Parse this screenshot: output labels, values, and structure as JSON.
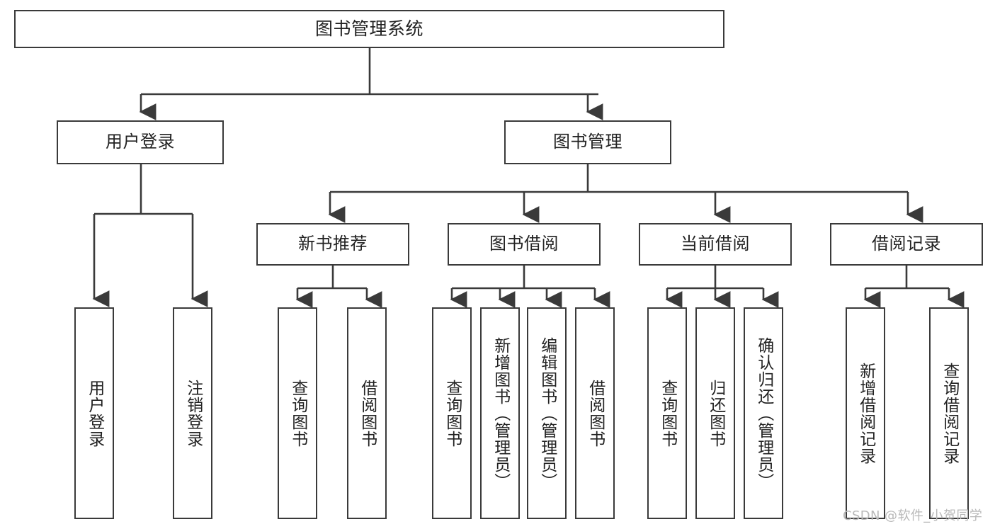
{
  "diagram": {
    "type": "tree-hierarchy-chart",
    "title": "图书管理系统",
    "colors": {
      "box_border": "#3a3a3a",
      "box_fill": "#ffffff",
      "connector": "#3a3a3a",
      "text": "#222222",
      "watermark": "#b9b9b9",
      "background": "#ffffff"
    },
    "levels": {
      "root": {
        "label": "图书管理系统"
      },
      "level2": [
        {
          "id": "user-login",
          "label": "用户登录"
        },
        {
          "id": "book-manage",
          "label": "图书管理"
        }
      ],
      "level3": [
        {
          "id": "new-book-recommend",
          "label": "新书推荐"
        },
        {
          "id": "book-borrow",
          "label": "图书借阅"
        },
        {
          "id": "current-borrow",
          "label": "当前借阅"
        },
        {
          "id": "borrow-record",
          "label": "借阅记录"
        }
      ],
      "leaves": {
        "user_login": [
          {
            "id": "leaf-user-login",
            "label": "用户登录"
          },
          {
            "id": "leaf-logout-login",
            "label": "注销登录"
          }
        ],
        "new_book_recommend": [
          {
            "id": "leaf-query-book-1",
            "label": "查询图书"
          },
          {
            "id": "leaf-borrow-book-1",
            "label": "借阅图书"
          }
        ],
        "book_borrow": [
          {
            "id": "leaf-query-book-2",
            "label": "查询图书"
          },
          {
            "id": "leaf-add-book",
            "label": "新增图书（管理员）"
          },
          {
            "id": "leaf-edit-book",
            "label": "编辑图书（管理员）"
          },
          {
            "id": "leaf-borrow-book-2",
            "label": "借阅图书"
          }
        ],
        "current_borrow": [
          {
            "id": "leaf-query-book-3",
            "label": "查询图书"
          },
          {
            "id": "leaf-return-book",
            "label": "归还图书"
          },
          {
            "id": "leaf-confirm-return",
            "label": "确认归还（管理员）"
          }
        ],
        "borrow_record": [
          {
            "id": "leaf-add-borrow-record",
            "label": "新增借阅记录"
          },
          {
            "id": "leaf-query-borrow-record",
            "label": "查询借阅记录"
          }
        ]
      }
    },
    "watermark": "CSDN @软件_小贺同学"
  }
}
